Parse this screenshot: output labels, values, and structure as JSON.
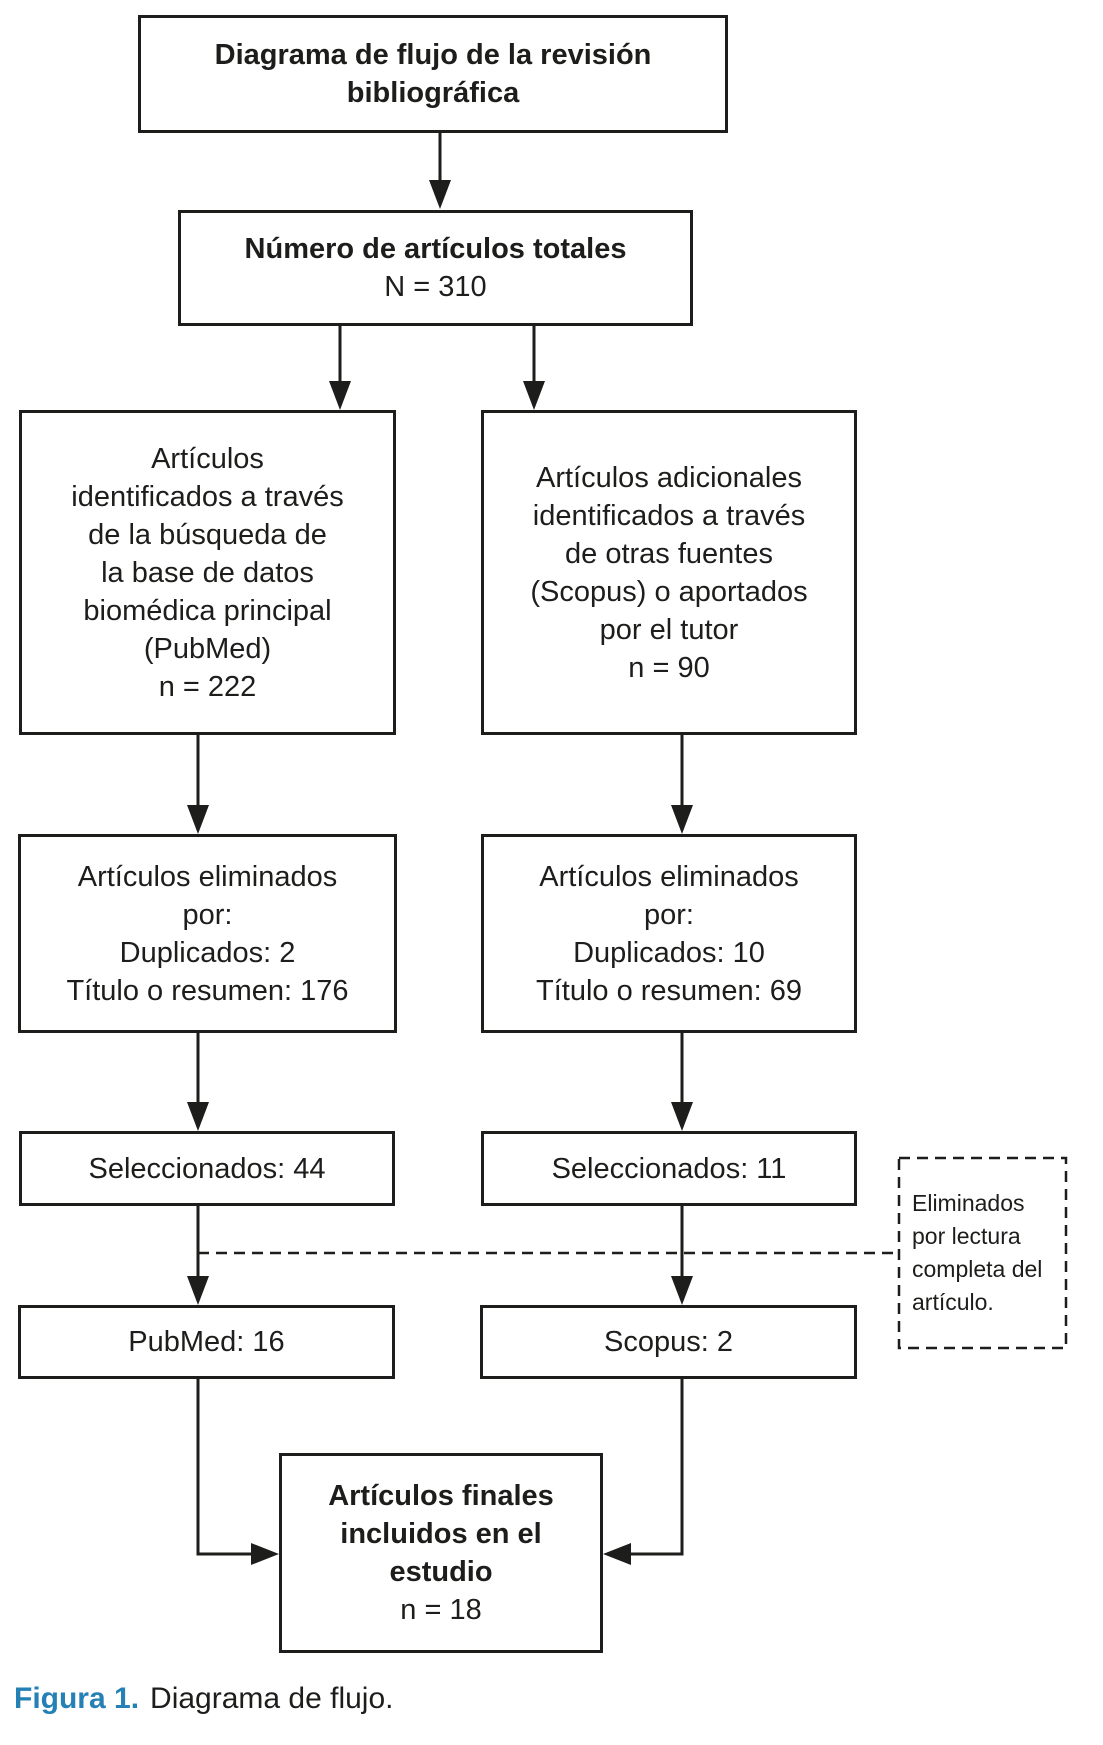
{
  "colors": {
    "text_black": "#1d1d1b",
    "accent_blue": "#2580b5",
    "background": "#ffffff"
  },
  "diagram": {
    "title_box": "Diagrama de flujo de la revisión\nbibliográfica",
    "totals_box": {
      "title": "Número de artículos totales",
      "value": "N = 310"
    },
    "pubmed_id_box": "Artículos\nidentificados a través\nde la búsqueda de\nla base de datos\nbiomédica principal\n(PubMed)\nn = 222",
    "scopus_id_box": "Artículos adicionales\nidentificados a través\nde otras fuentes\n(Scopus) o aportados\npor el tutor\nn = 90",
    "pubmed_removed_box": "Artículos eliminados\npor:\nDuplicados: 2\nTítulo o resumen: 176",
    "scopus_removed_box": "Artículos eliminados\npor:\nDuplicados: 10\nTítulo o resumen: 69",
    "pubmed_selected_box": "Seleccionados: 44",
    "scopus_selected_box": "Seleccionados: 11",
    "pubmed_count_box": "PubMed: 16",
    "scopus_count_box": "Scopus: 2",
    "final_box": {
      "title": "Artículos finales\nincluidos en el\nestudio",
      "value": "n = 18"
    },
    "excluded_note_box": "Eliminados\npor lectura\ncompleta del\nartículo."
  },
  "caption": {
    "label": "Figura 1.",
    "text": "Diagrama de flujo."
  }
}
